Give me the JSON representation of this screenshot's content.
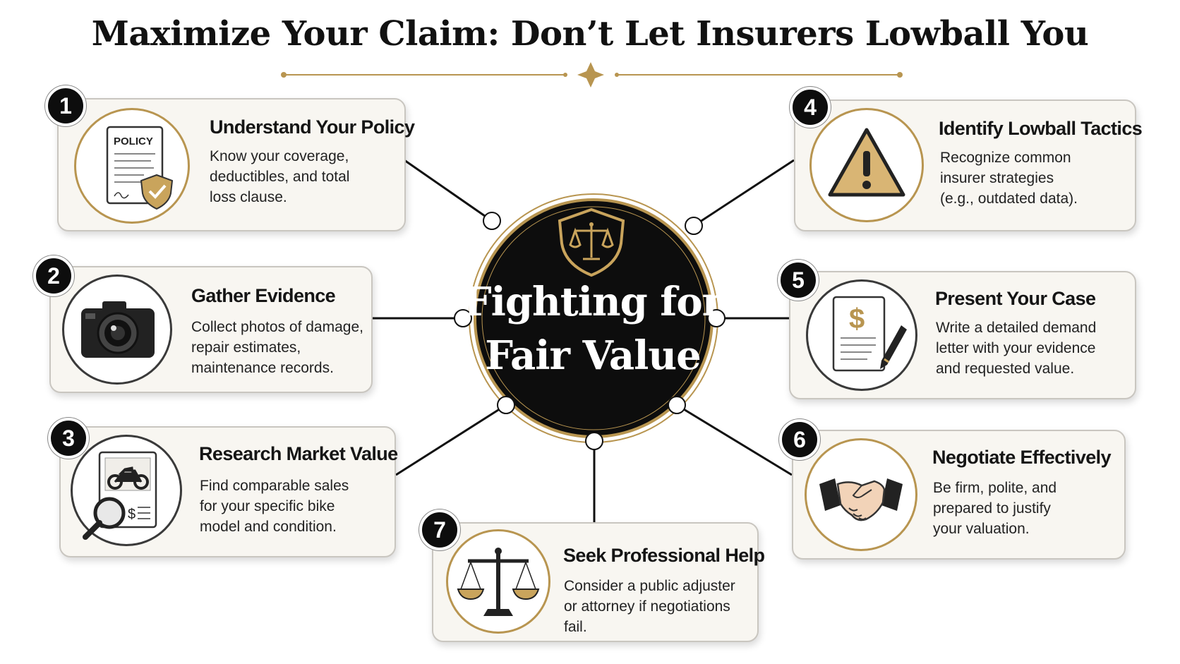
{
  "title": "Maximize Your Claim: Don’t Let Insurers Lowball You",
  "center": {
    "line1": "Fighting for",
    "line2": "Fair Value"
  },
  "colors": {
    "gold": "#b89550",
    "dark": "#0d0d0d",
    "card": "#f8f6f1"
  },
  "steps": [
    {
      "number": "1",
      "title": "Understand Your Policy",
      "lines": [
        "Know your coverage,",
        "deductibles, and total",
        "loss clause."
      ],
      "icon": "policy-document-shield-icon",
      "icon_label": "POLICY"
    },
    {
      "number": "2",
      "title": "Gather Evidence",
      "lines": [
        "Collect photos of damage,",
        "repair estimates,",
        "maintenance records."
      ],
      "icon": "camera-icon"
    },
    {
      "number": "3",
      "title": "Research Market Value",
      "lines": [
        "Find comparable sales",
        "for your specific bike",
        "model and condition."
      ],
      "icon": "motorcycle-listing-magnifier-icon",
      "icon_label": "$"
    },
    {
      "number": "4",
      "title": "Identify Lowball Tactics",
      "lines": [
        "Recognize common",
        "insurer strategies",
        "(e.g., outdated data)."
      ],
      "icon": "warning-triangle-icon"
    },
    {
      "number": "5",
      "title": "Present Your Case",
      "lines": [
        "Write a detailed demand",
        "letter with your evidence",
        "and requested value."
      ],
      "icon": "demand-letter-pen-icon",
      "icon_label": "$"
    },
    {
      "number": "6",
      "title": "Negotiate Effectively",
      "lines": [
        "Be firm, polite, and",
        "prepared to justify",
        "your valuation."
      ],
      "icon": "handshake-icon"
    },
    {
      "number": "7",
      "title": "Seek Professional Help",
      "lines": [
        "Consider a public adjuster",
        "or attorney if negotiations fail."
      ],
      "icon": "scales-of-justice-icon"
    }
  ]
}
